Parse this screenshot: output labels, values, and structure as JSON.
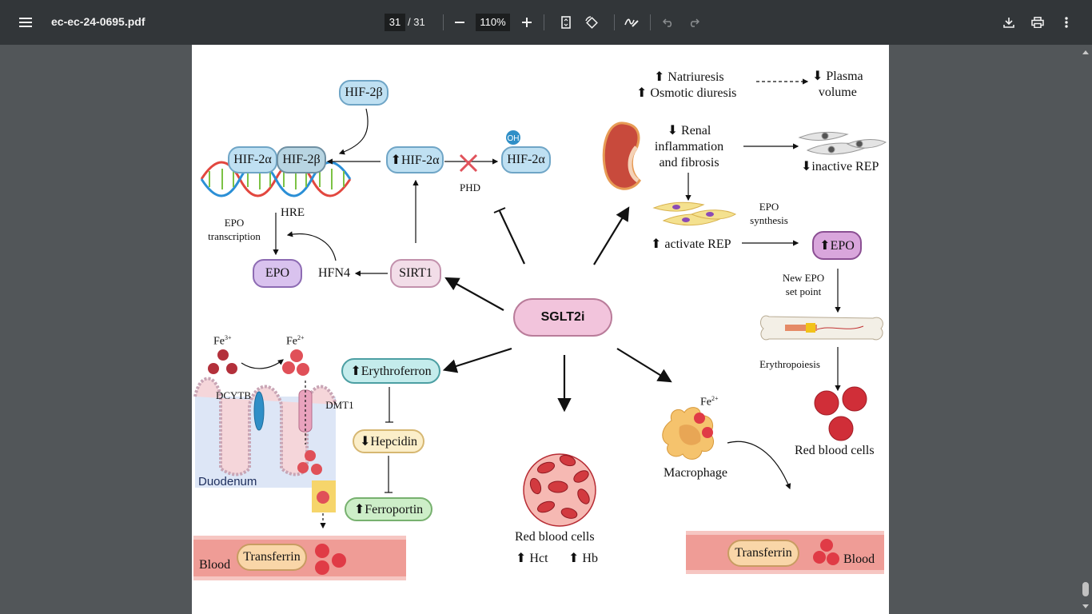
{
  "toolbar": {
    "filename": "ec-ec-24-0695.pdf",
    "current_page": "31",
    "page_total": "/ 31",
    "zoom": "110%",
    "menu_icon": "hamburger-menu-icon",
    "zoom_out_icon": "minus-icon",
    "zoom_in_icon": "plus-icon",
    "fit_icon": "fit-page-icon",
    "rotate_icon": "rotate-icon",
    "annotate_icon": "annotate-pen-icon",
    "undo_icon": "undo-icon",
    "redo_icon": "redo-icon",
    "download_icon": "download-icon",
    "print_icon": "print-icon",
    "more_icon": "more-vert-icon"
  },
  "figure": {
    "center": "SGLT2i",
    "hif2b_top": "HIF-2β",
    "hif2a_left": "HIF-2α",
    "hif2b_left": "HIF-2β",
    "hif2a_up": "⬆HIF-2α",
    "hif2a_right": "HIF-2α",
    "oh": "OH",
    "phd": "PHD",
    "hre": "HRE",
    "epo_transcription": [
      "EPO",
      "transcription"
    ],
    "epo_left": "EPO",
    "hfn4": "HFN4",
    "sirt1": "SIRT1",
    "natriuresis": "⬆ Natriuresis",
    "osmotic": "⬆ Osmotic diuresis",
    "plasma_volume": [
      "⬇ Plasma",
      "volume"
    ],
    "renal": [
      "⬇  Renal",
      "inflammation",
      "and fibrosis"
    ],
    "inactive_rep": "⬇inactive REP",
    "epo_synthesis": [
      "EPO",
      "synthesis"
    ],
    "activate_rep": "⬆ activate REP",
    "epo_right": "⬆EPO",
    "new_epo": [
      "New EPO",
      "set point"
    ],
    "erythropoiesis": "Erythropoiesis",
    "rbc_right": "Red blood cells",
    "fe3": "Fe",
    "fe3_sup": "3+",
    "fe2": "Fe",
    "fe2_sup": "2+",
    "dcytb": "DCYTB",
    "dmt1": "DMT1",
    "duodenum": "Duodenum",
    "erythroferron": "⬆Erythroferron",
    "hepcidin": "⬇Hepcidin",
    "ferroportin": "⬆Ferroportin",
    "blood_left": "Blood",
    "transferrin_left": "Transferrin",
    "rbc_center": "Red blood cells",
    "hct": "⬆ Hct",
    "hb": "⬆ Hb",
    "fe2_macro": "Fe",
    "fe2_macro_sup": "2+",
    "macrophage": "Macrophage",
    "transferrin_right": "Transferrin",
    "blood_right": "Blood"
  },
  "colors": {
    "toolbar_bg": "#323639",
    "viewer_bg": "#525659",
    "pink_pill": "#f2c4dc",
    "blue_pill": "#bfe0f2",
    "purple_pill": "#d9c2ee",
    "teal_pill": "#c4ecec",
    "yellow_pill": "#fbeec9",
    "green_pill": "#cdeec8",
    "rbc_red": "#d9464e"
  }
}
